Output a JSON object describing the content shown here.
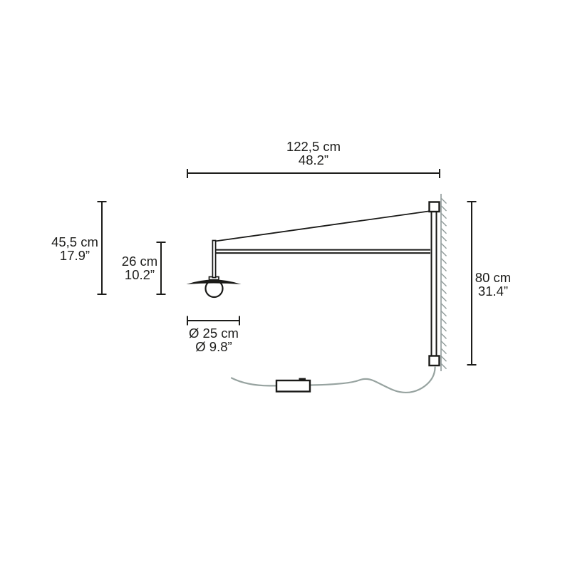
{
  "colors": {
    "line": "#1a1a18",
    "text": "#1d1d1b",
    "cord": "#97a3a0",
    "wall": "#8f9a99"
  },
  "dims": {
    "arm_length": {
      "metric": "122,5 cm",
      "imperial": "48.2”"
    },
    "lamp_height": {
      "metric": "45,5 cm",
      "imperial": "17.9”"
    },
    "shade_drop": {
      "metric": "26 cm",
      "imperial": "10.2”"
    },
    "shade_diameter": {
      "metric": "Ø 25 cm",
      "imperial": "Ø 9.8”"
    },
    "wall_height": {
      "metric": "80 cm",
      "imperial": "31.4”"
    }
  }
}
